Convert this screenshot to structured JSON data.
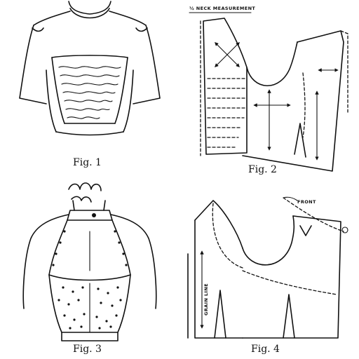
{
  "figures": {
    "fig1": {
      "caption": "Fig. 1"
    },
    "fig2": {
      "caption": "Fig. 2",
      "label": "½ NECK MEASUREMENT"
    },
    "fig3": {
      "caption": "Fig. 3"
    },
    "fig4": {
      "caption": "Fig. 4",
      "grain_label": "GRAIN LINE",
      "front_label": "FRONT"
    }
  }
}
